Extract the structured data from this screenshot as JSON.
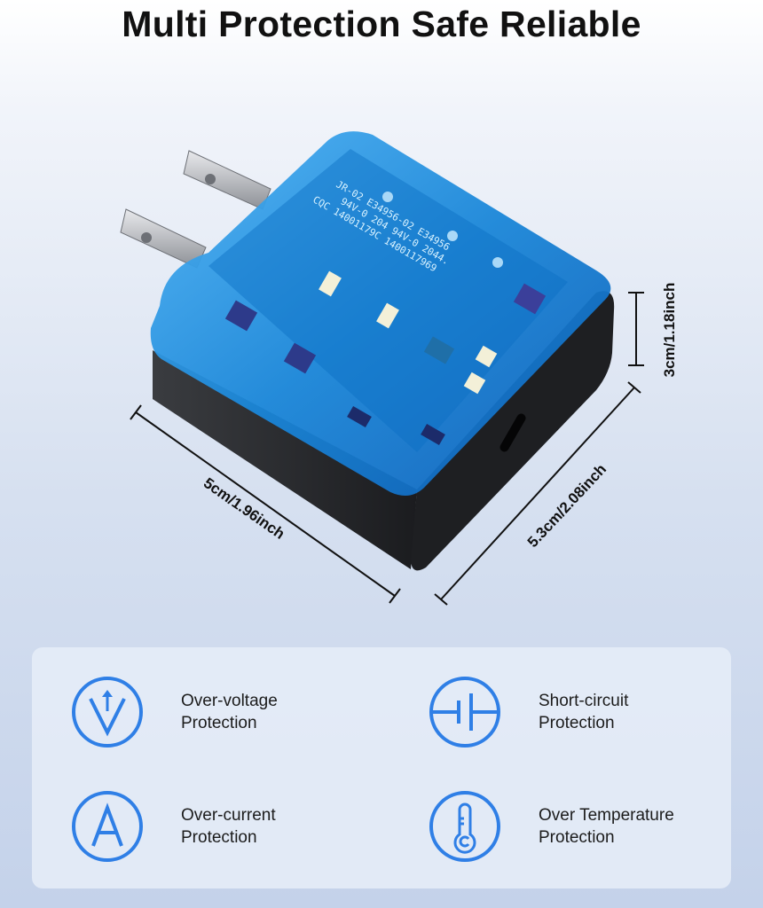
{
  "title": "Multi Protection Safe Reliable",
  "product": {
    "pcb_lines": [
      "JR-02 E34956-02 E34956",
      "94V-0 204 94V-0 2044.",
      "CQC 14001179C 1400117969"
    ]
  },
  "dimensions": {
    "length": "5cm/1.96inch",
    "width": "5.3cm/2.08inch",
    "height": "3cm/1.18inch"
  },
  "features": [
    {
      "icon": "voltage-arrow-icon",
      "line1": "Over-voltage",
      "line2": "Protection"
    },
    {
      "icon": "capacitor-icon",
      "line1": "Short-circuit",
      "line2": "Protection"
    },
    {
      "icon": "ampere-icon",
      "line1": "Over-current",
      "line2": "Protection"
    },
    {
      "icon": "thermometer-icon",
      "line1": "Over Temperature",
      "line2": "Protection"
    }
  ],
  "colors": {
    "accent": "#2f7fe6",
    "charger_blue": "#1e8fe0",
    "body": "#2a2c30"
  }
}
